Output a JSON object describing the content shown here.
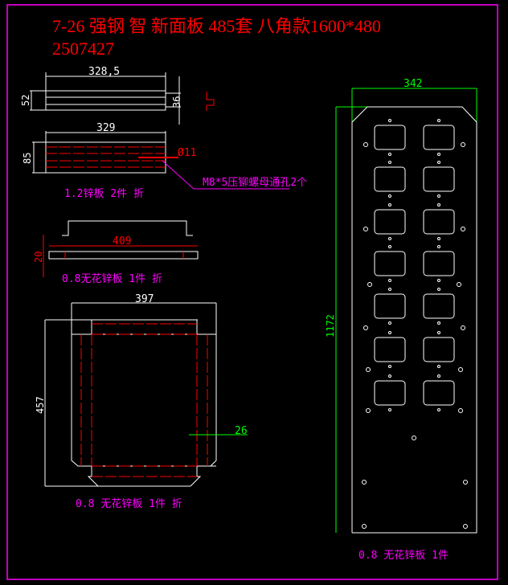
{
  "title": {
    "line1": "7-26 强钢 智 新面板 485套 八角款1600*480",
    "line2": "2507427"
  },
  "colors": {
    "border": "#ff00ff",
    "title": "#ff0000",
    "outline": "#ffffff",
    "bend": "#ff0000",
    "dim_green": "#00ff00",
    "note": "#ff00ff"
  },
  "part1": {
    "width_dim": "328,5",
    "height_dim": "52",
    "inner_dim": "36"
  },
  "part2": {
    "width_dim": "329",
    "height_dim": "85",
    "hole_dim": "Ø11",
    "note": "M8*5压铆螺母通孔2个",
    "label": "1.2锌板 2件 折"
  },
  "part3": {
    "width_dim": "409",
    "height_dim": "20",
    "label": "0.8无花锌板 1件 折"
  },
  "part4": {
    "width_dim": "397",
    "height_dim": "457",
    "flange_dim": "26",
    "label": "0.8 无花锌板 1件 折"
  },
  "part5": {
    "width_dim": "342",
    "height_dim": "1172",
    "label": "0.8 无花锌板 1件"
  }
}
